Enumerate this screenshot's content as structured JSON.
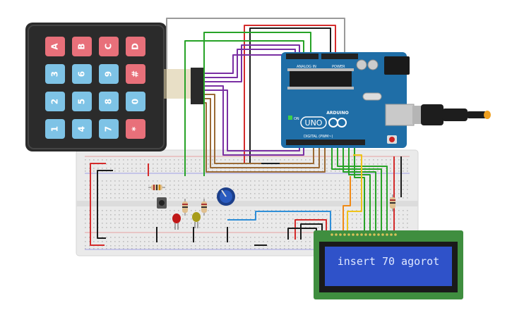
{
  "keypad": {
    "keys": [
      [
        "1",
        "2",
        "3",
        "A"
      ],
      [
        "4",
        "5",
        "6",
        "B"
      ],
      [
        "7",
        "8",
        "9",
        "C"
      ],
      [
        "*",
        "0",
        "#",
        "D"
      ]
    ],
    "key_color_numeric": "#7ec3e6",
    "key_color_symbol": "#e8707a",
    "body_color": "#2b2b2b"
  },
  "arduino": {
    "board_label": "UNO",
    "brand_label": "ARDUINO",
    "analog_label": "ANALOG IN",
    "power_label": "POWER",
    "digital_label": "DIGITAL (PWM~)",
    "on_label": "ON",
    "board_color": "#1f6ea7"
  },
  "lcd": {
    "text": "insert 70 agorot",
    "screen_color": "#2f52c9",
    "text_color": "#dfe8ff",
    "pcb_color": "#3f8e3f"
  },
  "breadboard": {
    "color": "#eaeaea"
  },
  "wire_colors": {
    "red": "#d42b2b",
    "black": "#1b1b1b",
    "green": "#27a327",
    "purple": "#7a2fa3",
    "brown": "#9a6a35",
    "gray": "#9a9a9a",
    "orange": "#f08a15",
    "yellow": "#f0c419",
    "blue": "#2f8fd8"
  }
}
